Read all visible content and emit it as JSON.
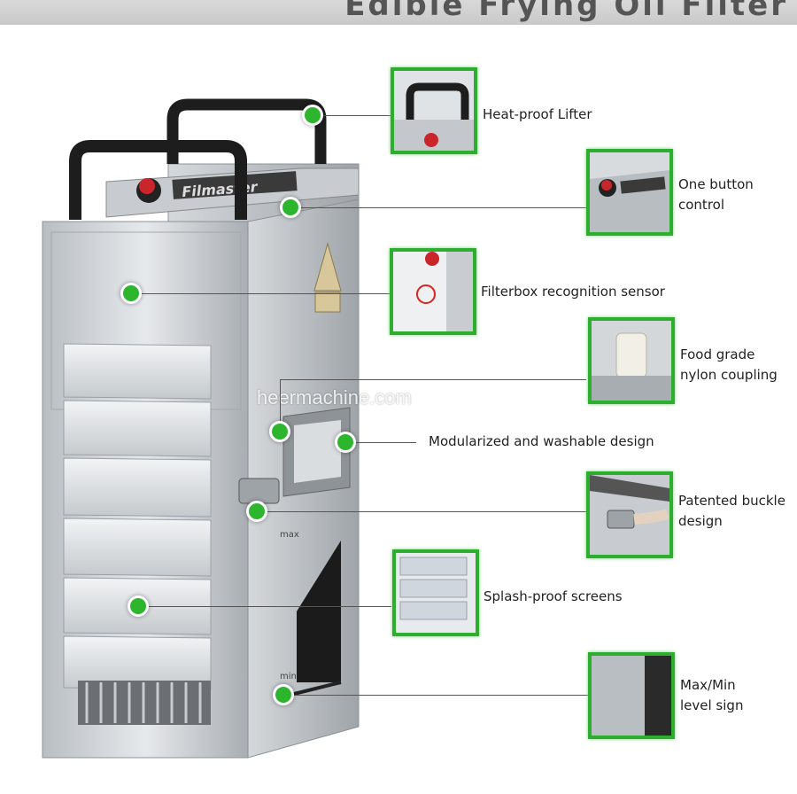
{
  "banner": {
    "title": "Edible Frying Oil Filter"
  },
  "watermark": "heermachine.com",
  "brand": "Filmaster",
  "level_marks": {
    "max": "max",
    "min": "min"
  },
  "features": [
    {
      "label": "Heat-proof Lifter"
    },
    {
      "label": "One button\ncontrol"
    },
    {
      "label": "Filterbox recognition sensor"
    },
    {
      "label": "Food grade\nnylon coupling"
    },
    {
      "label": "Modularized and washable design"
    },
    {
      "label": "Patented buckle\ndesign"
    },
    {
      "label": "Splash-proof screens"
    },
    {
      "label": "Max/Min\nlevel sign"
    }
  ],
  "colors": {
    "accent_green": "#2db52d",
    "banner_text": "#555555"
  }
}
